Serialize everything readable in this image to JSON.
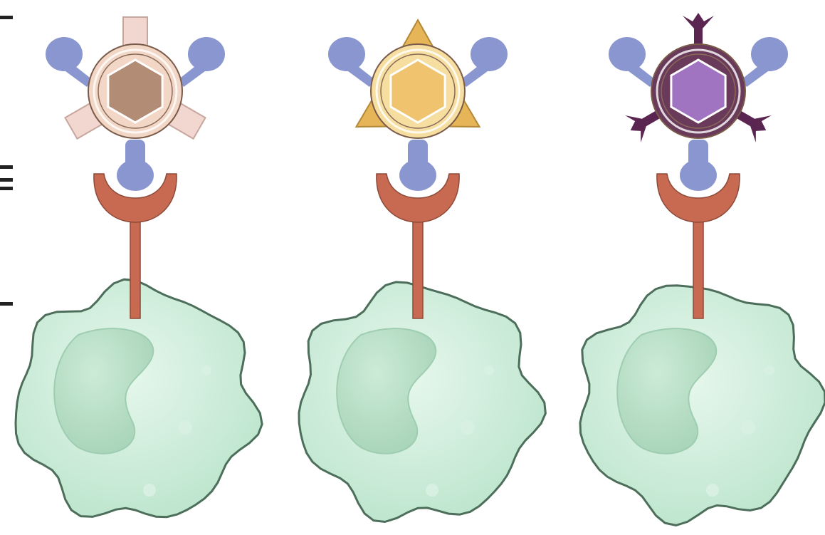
{
  "diagram": {
    "panels": [
      {
        "name": "complex-left",
        "virus_fill": "#b28c74",
        "virus_shell": "#f2d6c6",
        "antigen_shape": "rectangle",
        "antigen_color": "#f2d6d0"
      },
      {
        "name": "complex-middle",
        "virus_fill": "#f0c46e",
        "virus_shell": "#f5dea0",
        "antigen_shape": "triangle",
        "antigen_color": "#e5b558"
      },
      {
        "name": "complex-right",
        "virus_fill": "#a074c0",
        "virus_shell": "#6a3a5a",
        "antigen_shape": "spike",
        "antigen_color": "#5a2550"
      }
    ],
    "colors": {
      "antibody": "#8a96d0",
      "receptor": "#c86a52",
      "cell_fill": "#cfeedd",
      "cell_stroke": "#4d6e5a",
      "nucleus": "#b7dcc4",
      "margin_ticks": "#222222"
    },
    "icons": [
      "virus-icon",
      "antibody-icon",
      "fc-receptor-icon",
      "immune-cell-icon"
    ]
  }
}
